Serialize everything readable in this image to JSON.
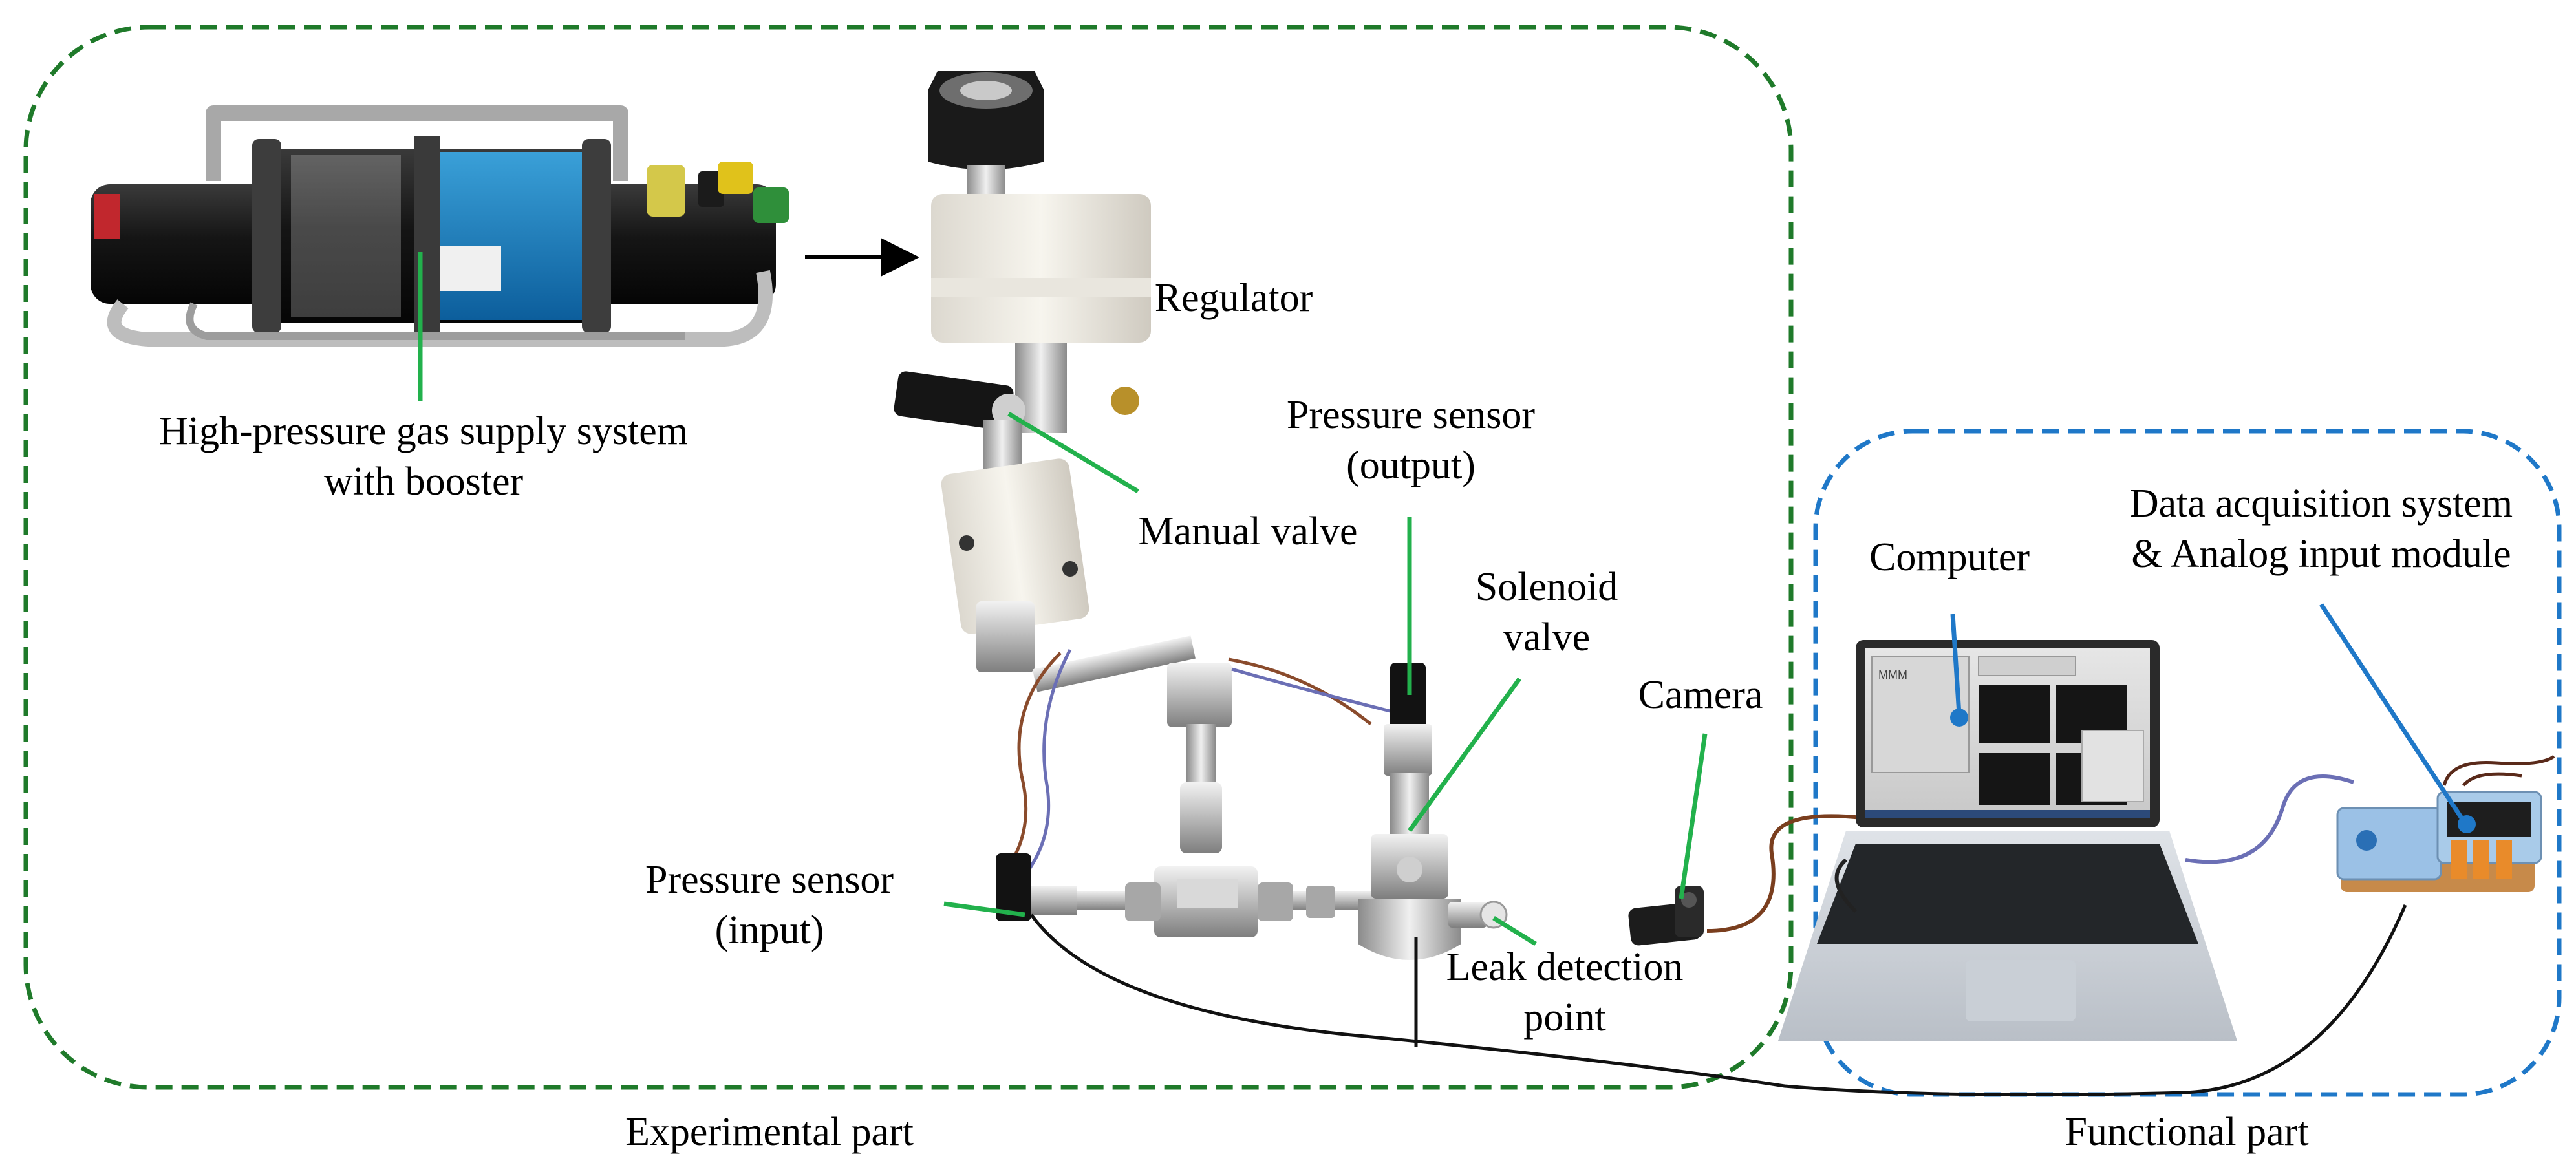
{
  "colors": {
    "experimental_border": "#1f7a2a",
    "functional_border": "#1f78c8",
    "green_callout": "#22b14c",
    "blue_callout": "#1f78c8",
    "arrow": "#000000",
    "cable": "#111111"
  },
  "labels": {
    "booster": [
      "High-pressure gas supply system",
      "with booster"
    ],
    "regulator": [
      "Regulator"
    ],
    "manual_valve": [
      "Manual valve"
    ],
    "pressure_output": [
      "Pressure sensor",
      "(output)"
    ],
    "solenoid": [
      "Solenoid",
      "valve"
    ],
    "pressure_input": [
      "Pressure sensor",
      "(input)"
    ],
    "leak_point": [
      "Leak detection",
      "point"
    ],
    "camera": [
      "Camera"
    ],
    "computer": [
      "Computer"
    ],
    "daq": [
      "Data acquisition system",
      "& Analog input module"
    ]
  },
  "groups": {
    "experimental": "Experimental part",
    "functional": "Functional part"
  },
  "laptop_screen": {
    "header": "MMM"
  },
  "icons": {
    "booster": "gas-booster-icon",
    "regulator": "pressure-regulator-icon",
    "manual_valve": "manual-valve-icon",
    "pressure_sensor": "pressure-sensor-icon",
    "solenoid_valve": "solenoid-valve-icon",
    "camera": "camera-icon",
    "computer": "laptop-icon",
    "daq": "daq-module-icon"
  }
}
